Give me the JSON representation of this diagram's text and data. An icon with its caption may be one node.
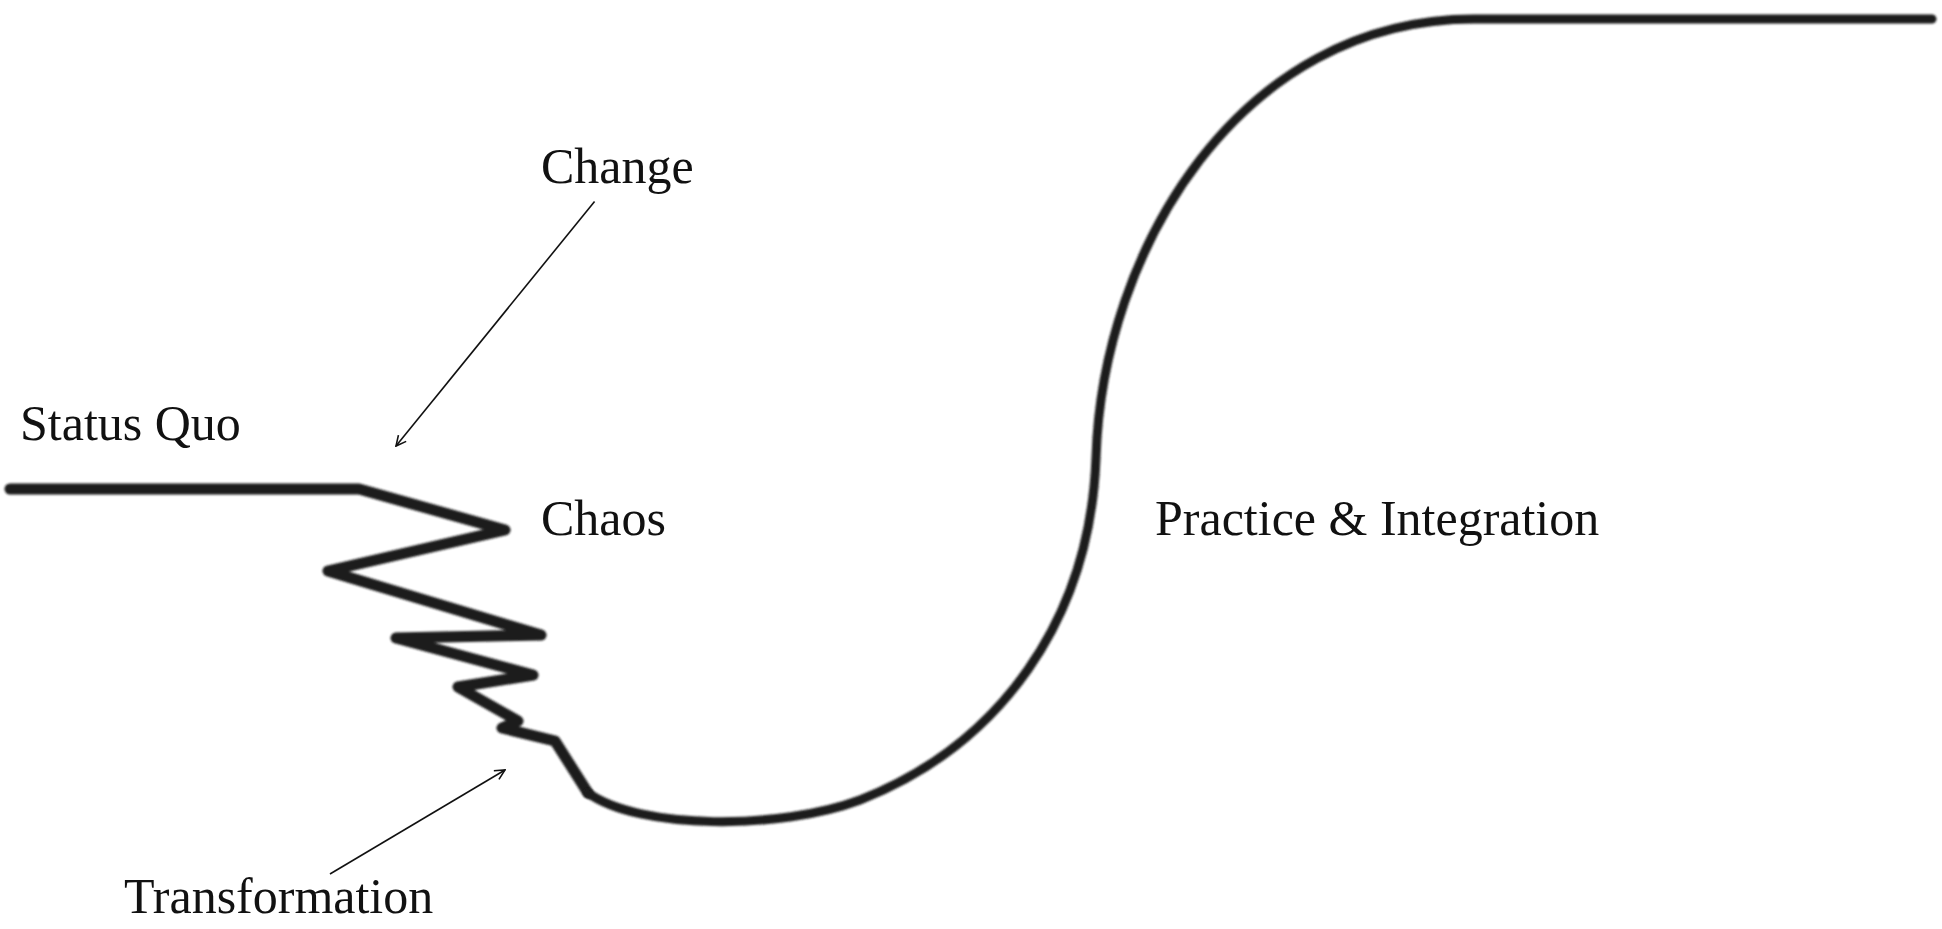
{
  "diagram": {
    "nodes": [
      {
        "text": [
          "Change"
        ]
      },
      {
        "text": [
          "Status Quo"
        ]
      },
      {
        "text": [
          "Chaos"
        ]
      },
      {
        "text": [
          "Practice & Integration"
        ]
      },
      {
        "text": [
          "Transformation"
        ]
      }
    ],
    "edges": [
      {
        "from": 0,
        "to": null,
        "arrow": "to"
      },
      {
        "from": 4,
        "to": null,
        "arrow": "to"
      }
    ]
  }
}
